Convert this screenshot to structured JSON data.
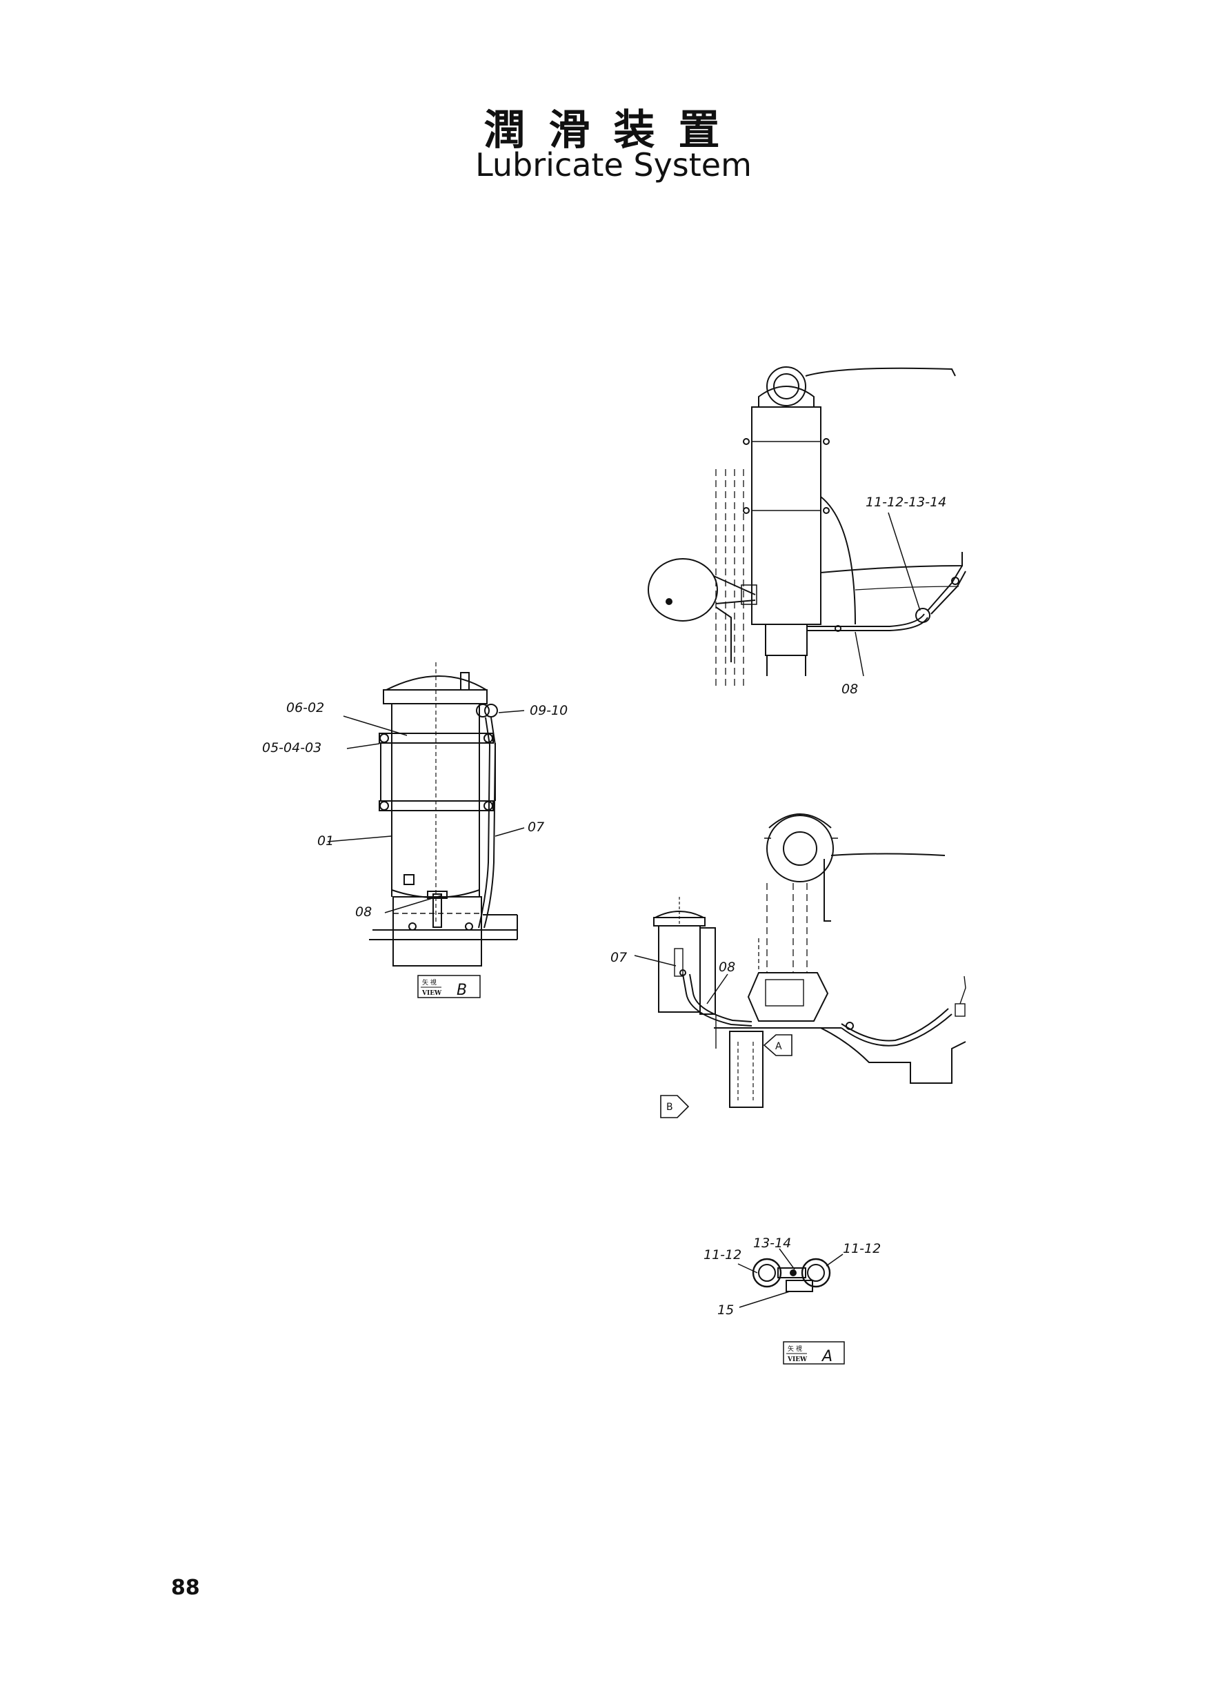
{
  "title": {
    "japanese": "潤滑装置",
    "english": "Lubricate System"
  },
  "page_number": "88",
  "view_b": {
    "labels": [
      "06-02",
      "05-04-03",
      "01",
      "08",
      "09-10",
      "07"
    ],
    "tag": {
      "jp": "矢 視",
      "en": "VIEW",
      "letter": "B"
    }
  },
  "top_right": {
    "labels": [
      "11-12-13-14",
      "08"
    ]
  },
  "middle_right": {
    "labels": [
      "07",
      "08"
    ],
    "markers": [
      "A",
      "B"
    ]
  },
  "view_a": {
    "labels": [
      "11-12",
      "13-14",
      "11-12",
      "15"
    ],
    "tag": {
      "jp": "矢 視",
      "en": "VIEW",
      "letter": "A"
    }
  }
}
